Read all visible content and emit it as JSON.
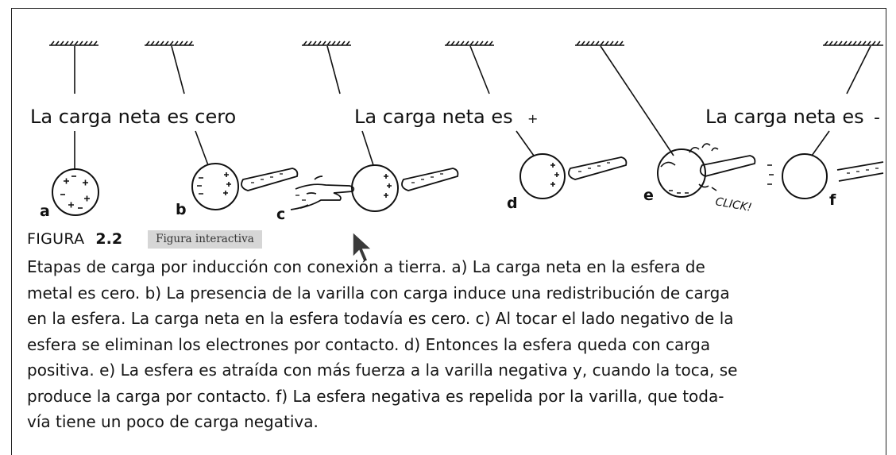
{
  "diagram": {
    "labels": {
      "net_zero": "La carga neta es cero",
      "net_positive": "La carga neta es",
      "net_positive_sign": "+",
      "net_negative": "La carga neta es",
      "net_negative_sign": "-",
      "click": "CLICK!"
    },
    "panels": [
      {
        "letter": "a"
      },
      {
        "letter": "b"
      },
      {
        "letter": "c"
      },
      {
        "letter": "d"
      },
      {
        "letter": "e"
      },
      {
        "letter": "f"
      }
    ]
  },
  "caption": {
    "figure_word": "FIGURA",
    "figure_number": "2.2",
    "interactive_label": "Figura interactiva",
    "lines": [
      "Etapas de carga por inducción con conexión a tierra. a) La carga neta en la esfera de",
      "metal es cero. b) La presencia de la varilla con carga induce una redistribución de carga",
      "en la esfera. La carga neta en la esfera todavía es cero. c) Al tocar el lado negativo de la",
      "esfera se eliminan los electrones por contacto. d) Entonces la esfera queda con carga",
      "positiva. e) La esfera es atraída con más fuerza a la varilla negativa y, cuando la toca, se",
      "produce la carga por contacto. f) La esfera negativa es repelida por la varilla, que toda-",
      "vía tiene un poco de carga negativa."
    ]
  }
}
